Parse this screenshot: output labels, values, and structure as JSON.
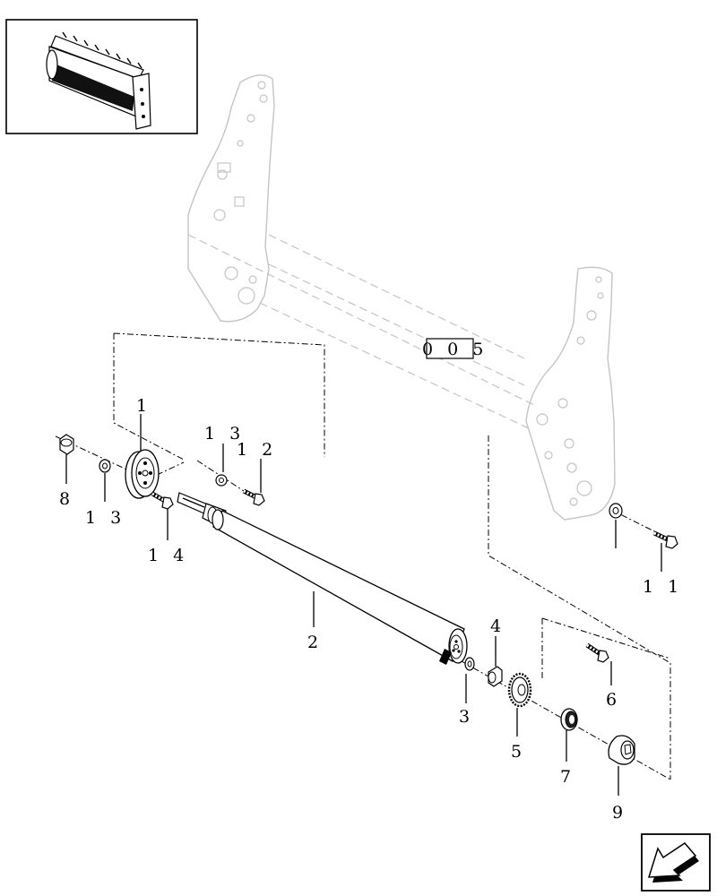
{
  "diagram": {
    "reference_box": "0 0 5",
    "callouts": {
      "p1": "1",
      "p2": "2",
      "p3": "3",
      "p4": "4",
      "p5": "5",
      "p6": "6",
      "p7": "7",
      "p8": "8",
      "p9": "9",
      "p11": "1 1",
      "p12": "1 2",
      "p13a": "1 3",
      "p13b": "1 3",
      "p14": "1 4"
    }
  },
  "icons": {
    "thumbnail": "roller-assembly-thumbnail",
    "navigation": "back-arrow-icon"
  }
}
